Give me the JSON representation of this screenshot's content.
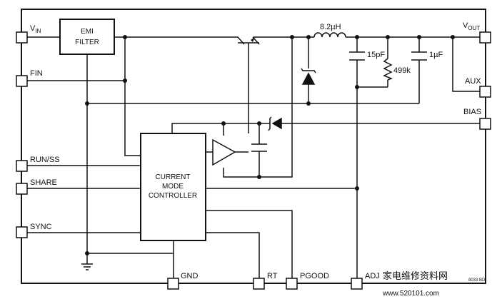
{
  "pins": {
    "vin": "V",
    "vin_sub": "IN",
    "fin": "FIN",
    "run_ss": "RUN/SS",
    "share": "SHARE",
    "sync": "SYNC",
    "vout": "V",
    "vout_sub": "OUT",
    "aux": "AUX",
    "bias": "BIAS",
    "gnd": "GND",
    "rt": "RT",
    "pgood": "PGOOD",
    "adj": "ADJ"
  },
  "blocks": {
    "emi_line1": "EMI",
    "emi_line2": "FILTER",
    "ctrl_line1": "CURRENT",
    "ctrl_line2": "MODE",
    "ctrl_line3": "CONTROLLER"
  },
  "components": {
    "inductor": "8.2µH",
    "cap_15pf": "15pF",
    "resistor": "499k",
    "cap_1uf": "1µF"
  },
  "figure_code": "8033 BD",
  "watermark": {
    "main": "家电维修资料网",
    "url": "www.520101.com"
  }
}
